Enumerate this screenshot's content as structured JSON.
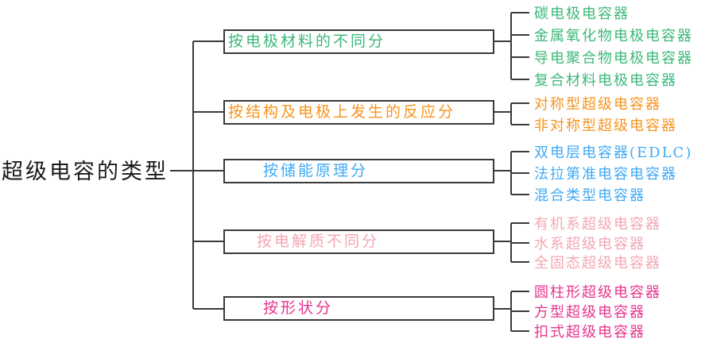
{
  "diagram": {
    "root": "超级电容的类型",
    "line_color": "#3a3a3a",
    "branches": [
      {
        "label": "按电极材料的不同分",
        "color": "#3CB878",
        "leaves": [
          "碳电极电容器",
          "金属氧化物电极电容器",
          "导电聚合物电极电容器",
          "复合材料电极电容器"
        ]
      },
      {
        "label": "按结构及电极上发生的反应分",
        "color": "#F7941D",
        "leaves": [
          "对称型超级电容器",
          "非对称型超级电容器"
        ]
      },
      {
        "label": "按储能原理分",
        "color": "#3FA9F5",
        "leaves": [
          "双电层电容器(EDLC)",
          "法拉第准电容电容器",
          "混合类型电容器"
        ]
      },
      {
        "label": "按电解质不同分",
        "color": "#F4A7B2",
        "leaves": [
          "有机系超级电容器",
          "水系超级电容器",
          "全固态超级电容器"
        ]
      },
      {
        "label": "按形状分",
        "color": "#E8348F",
        "leaves": [
          "圆柱形超级电容器",
          "方型超级电容器",
          "扣式超级电容器"
        ]
      }
    ]
  }
}
